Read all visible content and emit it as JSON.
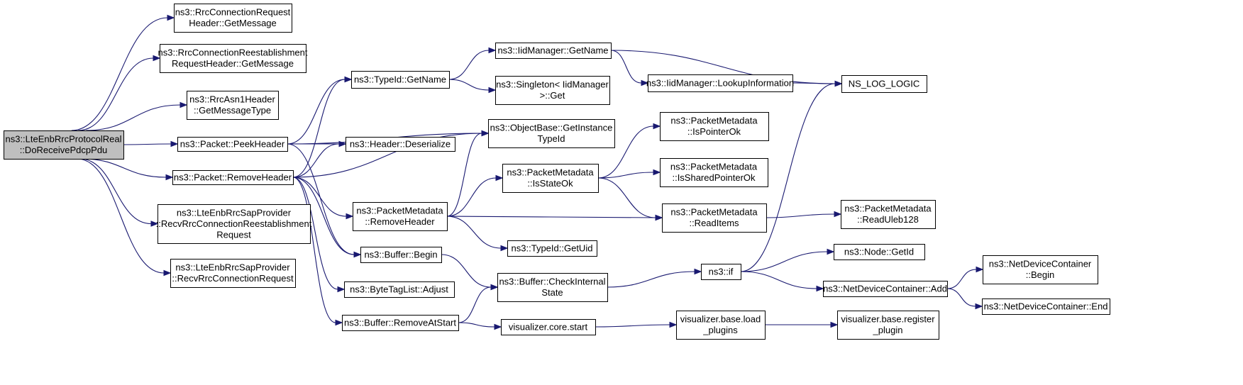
{
  "colors": {
    "edge": "#191970",
    "node_border": "#000000",
    "root_fill": "#bfbfbf",
    "node_fill": "#ffffff"
  },
  "nodes": [
    {
      "id": "root",
      "lines": [
        "ns3::LteEnbRrcProtocolReal",
        "::DoReceivePdcpPdu"
      ],
      "highlight": true
    },
    {
      "id": "rrc_req_hdr",
      "lines": [
        "ns3::RrcConnectionRequest",
        "Header::GetMessage"
      ]
    },
    {
      "id": "rrc_reest_hdr",
      "lines": [
        "ns3::RrcConnectionReestablishment",
        "RequestHeader::GetMessage"
      ]
    },
    {
      "id": "asn1_type",
      "lines": [
        "ns3::RrcAsn1Header",
        "::GetMessageType"
      ]
    },
    {
      "id": "peek",
      "lines": [
        "ns3::Packet::PeekHeader"
      ]
    },
    {
      "id": "remove",
      "lines": [
        "ns3::Packet::RemoveHeader"
      ]
    },
    {
      "id": "sap_reest",
      "lines": [
        "ns3::LteEnbRrcSapProvider",
        "::RecvRrcConnectionReestablishment",
        "Request"
      ]
    },
    {
      "id": "sap_req",
      "lines": [
        "ns3::LteEnbRrcSapProvider",
        "::RecvRrcConnectionRequest"
      ]
    },
    {
      "id": "typeid_name",
      "lines": [
        "ns3::TypeId::GetName"
      ]
    },
    {
      "id": "hdr_deser",
      "lines": [
        "ns3::Header::Deserialize"
      ]
    },
    {
      "id": "pm_remove",
      "lines": [
        "ns3::PacketMetadata",
        "::RemoveHeader"
      ]
    },
    {
      "id": "buf_begin",
      "lines": [
        "ns3::Buffer::Begin"
      ]
    },
    {
      "id": "btl_adjust",
      "lines": [
        "ns3::ByteTagList::Adjust"
      ]
    },
    {
      "id": "buf_ras",
      "lines": [
        "ns3::Buffer::RemoveAtStart"
      ]
    },
    {
      "id": "iid_getname",
      "lines": [
        "ns3::IidManager::GetName"
      ]
    },
    {
      "id": "singleton",
      "lines": [
        "ns3::Singleton< IidManager",
        ">::Get"
      ]
    },
    {
      "id": "obj_typeid",
      "lines": [
        "ns3::ObjectBase::GetInstance",
        "TypeId"
      ]
    },
    {
      "id": "pm_isstate",
      "lines": [
        "ns3::PacketMetadata",
        "::IsStateOk"
      ]
    },
    {
      "id": "typeid_uid",
      "lines": [
        "ns3::TypeId::GetUid"
      ]
    },
    {
      "id": "buf_check",
      "lines": [
        "ns3::Buffer::CheckInternal",
        "State"
      ]
    },
    {
      "id": "viz_core",
      "lines": [
        "visualizer.core.start"
      ]
    },
    {
      "id": "iid_lookup",
      "lines": [
        "ns3::IidManager::LookupInformation"
      ]
    },
    {
      "id": "pm_isptr",
      "lines": [
        "ns3::PacketMetadata",
        "::IsPointerOk"
      ]
    },
    {
      "id": "pm_isshared",
      "lines": [
        "ns3::PacketMetadata",
        "::IsSharedPointerOk"
      ]
    },
    {
      "id": "pm_read",
      "lines": [
        "ns3::PacketMetadata",
        "::ReadItems"
      ]
    },
    {
      "id": "ns3_if",
      "lines": [
        "ns3::if"
      ]
    },
    {
      "id": "viz_load",
      "lines": [
        "visualizer.base.load",
        "_plugins"
      ]
    },
    {
      "id": "ns_log",
      "lines": [
        "NS_LOG_LOGIC"
      ]
    },
    {
      "id": "pm_readu",
      "lines": [
        "ns3::PacketMetadata",
        "::ReadUleb128"
      ]
    },
    {
      "id": "node_getid",
      "lines": [
        "ns3::Node::GetId"
      ]
    },
    {
      "id": "ndc_add",
      "lines": [
        "ns3::NetDeviceContainer::Add"
      ]
    },
    {
      "id": "viz_reg",
      "lines": [
        "visualizer.base.register",
        "_plugin"
      ]
    },
    {
      "id": "ndc_begin",
      "lines": [
        "ns3::NetDeviceContainer",
        "::Begin"
      ]
    },
    {
      "id": "ndc_end",
      "lines": [
        "ns3::NetDeviceContainer::End"
      ]
    }
  ],
  "edges": [
    [
      "root",
      "rrc_req_hdr"
    ],
    [
      "root",
      "rrc_reest_hdr"
    ],
    [
      "root",
      "asn1_type"
    ],
    [
      "root",
      "peek"
    ],
    [
      "root",
      "remove"
    ],
    [
      "root",
      "sap_reest"
    ],
    [
      "root",
      "sap_req"
    ],
    [
      "peek",
      "typeid_name"
    ],
    [
      "peek",
      "obj_typeid"
    ],
    [
      "peek",
      "hdr_deser"
    ],
    [
      "peek",
      "buf_begin"
    ],
    [
      "remove",
      "typeid_name"
    ],
    [
      "remove",
      "obj_typeid"
    ],
    [
      "remove",
      "hdr_deser"
    ],
    [
      "remove",
      "pm_remove"
    ],
    [
      "remove",
      "buf_begin"
    ],
    [
      "remove",
      "btl_adjust"
    ],
    [
      "remove",
      "buf_ras"
    ],
    [
      "typeid_name",
      "iid_getname"
    ],
    [
      "typeid_name",
      "singleton"
    ],
    [
      "iid_getname",
      "iid_lookup"
    ],
    [
      "iid_getname",
      "ns_log"
    ],
    [
      "iid_lookup",
      "ns_log"
    ],
    [
      "pm_remove",
      "obj_typeid"
    ],
    [
      "pm_remove",
      "pm_isstate"
    ],
    [
      "pm_remove",
      "pm_read"
    ],
    [
      "pm_remove",
      "typeid_uid"
    ],
    [
      "pm_isstate",
      "pm_isptr"
    ],
    [
      "pm_isstate",
      "pm_isshared"
    ],
    [
      "pm_isstate",
      "pm_read"
    ],
    [
      "pm_read",
      "pm_readu"
    ],
    [
      "buf_begin",
      "buf_check"
    ],
    [
      "buf_ras",
      "buf_check"
    ],
    [
      "buf_ras",
      "viz_core"
    ],
    [
      "buf_check",
      "ns3_if"
    ],
    [
      "viz_core",
      "viz_load"
    ],
    [
      "viz_load",
      "viz_reg"
    ],
    [
      "ns3_if",
      "ns_log"
    ],
    [
      "ns3_if",
      "node_getid"
    ],
    [
      "ns3_if",
      "ndc_add"
    ],
    [
      "ndc_add",
      "ndc_begin"
    ],
    [
      "ndc_add",
      "ndc_end"
    ]
  ]
}
